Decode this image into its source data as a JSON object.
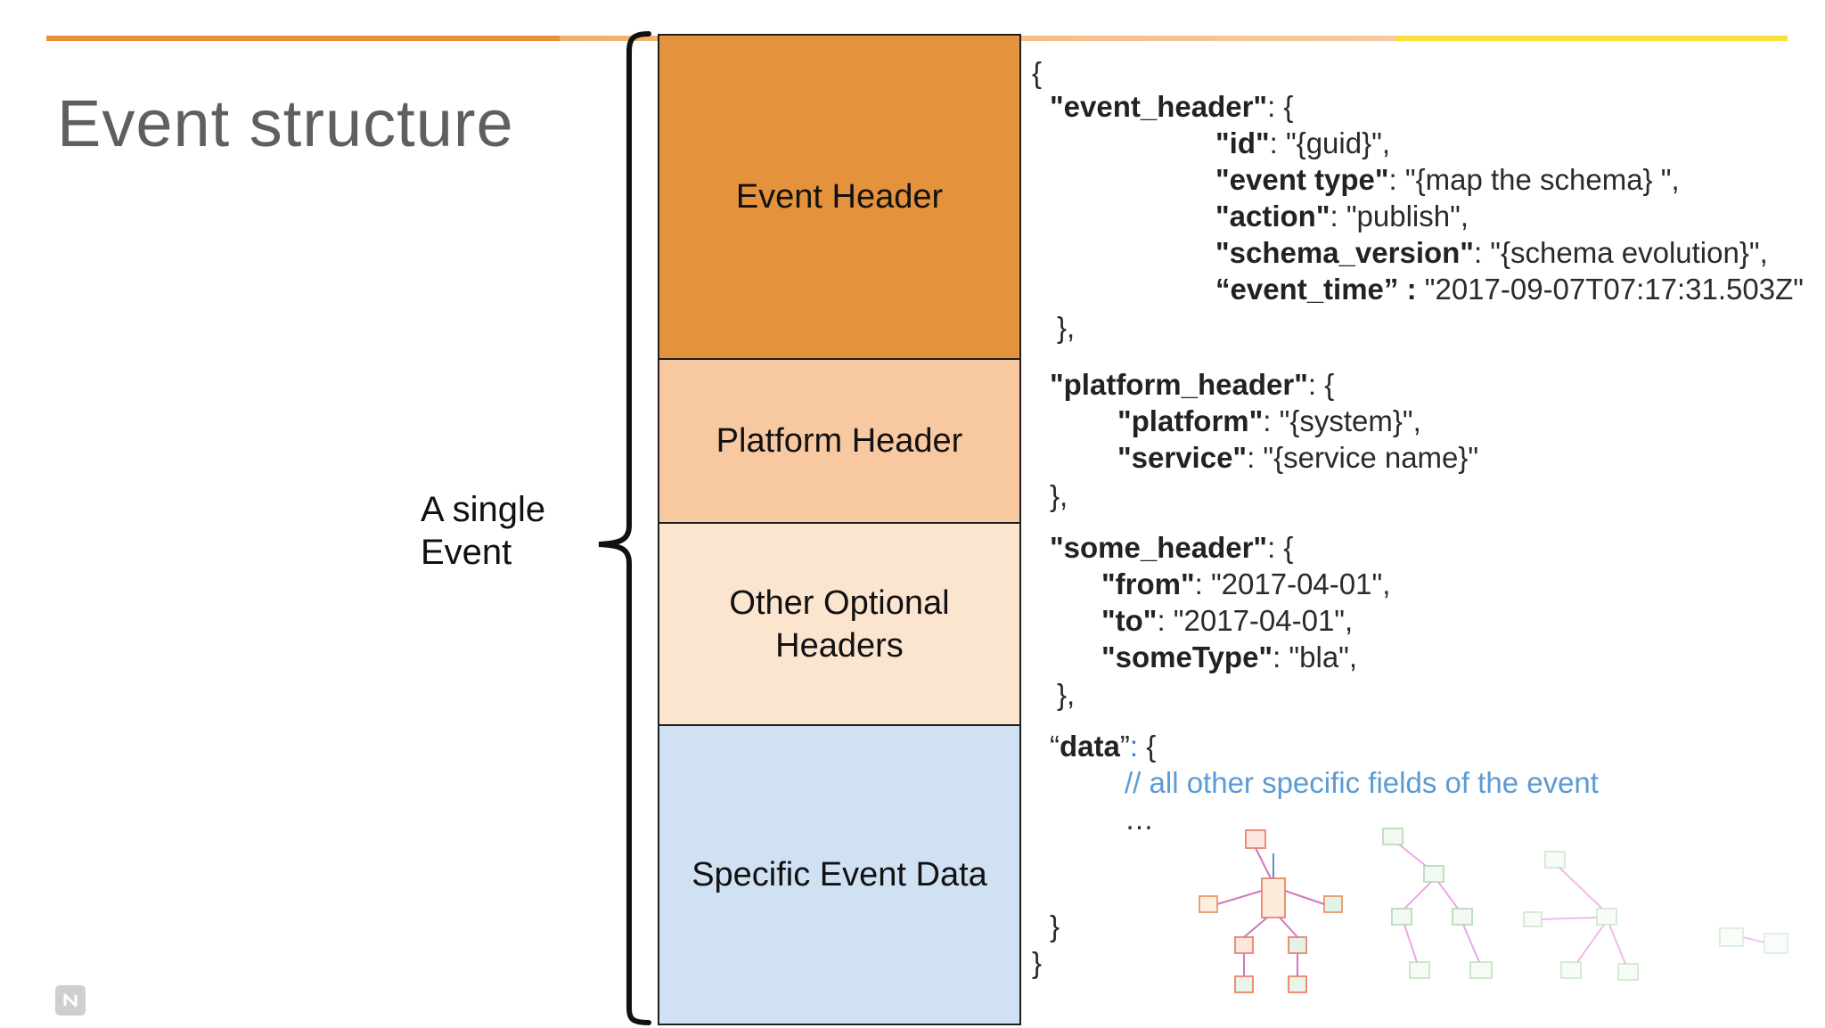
{
  "slide": {
    "title": "Event structure",
    "single_event_label": [
      "A single",
      "Event"
    ]
  },
  "blocks": [
    {
      "label": "Event Header",
      "color": "#e5923c"
    },
    {
      "label": "Platform Header",
      "color": "#f8c9a0"
    },
    {
      "label": "Other Optional\nHeaders",
      "color": "#fbe5cf"
    },
    {
      "label": "Specific Event Data",
      "color": "#d0e1f3"
    }
  ],
  "code": {
    "open_brace": "{",
    "event_header": {
      "key": "\"event_header\"",
      "open": ": {",
      "fields": [
        {
          "key": "\"id\"",
          "rest": ": \"{guid}\","
        },
        {
          "key": "\"event type\"",
          "rest": ": \"{map the schema} \","
        },
        {
          "key": "\"action\"",
          "rest": ": \"publish\","
        },
        {
          "key": "\"schema_version\"",
          "rest": ": \"{schema evolution}\","
        },
        {
          "key": "“event_time” :",
          "rest": " \"2017-09-07T07:17:31.503Z\""
        }
      ],
      "close": "},"
    },
    "platform_header": {
      "key": "\"platform_header\"",
      "open": ": {",
      "fields": [
        {
          "key": "\"platform\"",
          "rest": ": \"{system}\","
        },
        {
          "key": "\"service\"",
          "rest": ": \"{service name}\""
        }
      ],
      "close": "},"
    },
    "some_header": {
      "key": "\"some_header\"",
      "open": ": {",
      "fields": [
        {
          "key": "\"from\"",
          "rest": ": \"2017-04-01\","
        },
        {
          "key": "\"to\"",
          "rest": ": \"2017-04-01\","
        },
        {
          "key": "\"someType\"",
          "rest": ": \"bla\","
        }
      ],
      "close": "},"
    },
    "data": {
      "key_open_quote": "“",
      "key_word": "data",
      "key_close_quote": "”",
      "colon": ":",
      "open": " {",
      "comment": "// all other specific fields of the event",
      "ellipsis": "…",
      "close": "}"
    },
    "close_brace": "}"
  },
  "colors": {
    "rule_left": "#e8913b",
    "rule_right": "#f6e23a",
    "title": "#5f5f5f",
    "comment": "#5b9bd5"
  },
  "icons": {
    "brace": "curly-brace-icon",
    "logo": "logo-mark-icon",
    "illustration": "model-evolution-illustration"
  }
}
